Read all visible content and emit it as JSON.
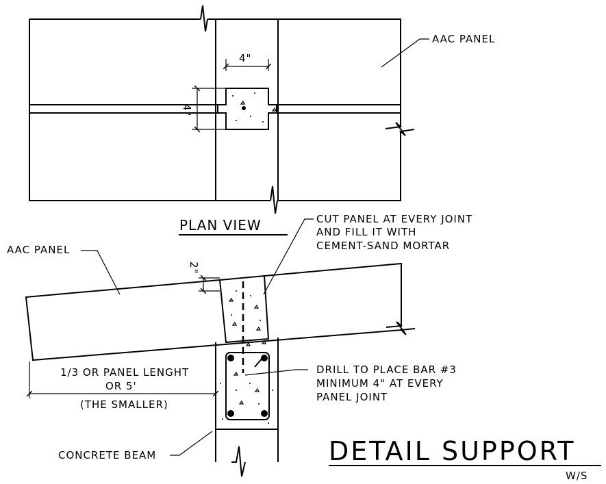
{
  "plan": {
    "panel_label": "AAC PANEL",
    "dim_horizontal": "4\"",
    "dim_vertical": "4\"",
    "title": "PLAN VIEW"
  },
  "detail": {
    "panel_label": "AAC PANEL",
    "dim_offset": "2\"",
    "note_cut": [
      "CUT PANEL AT EVERY JOINT",
      "AND FILL IT WITH",
      "CEMENT-SAND MORTAR"
    ],
    "bearing_note": [
      "1/3 OR PANEL LENGHT",
      "OR 5'",
      "(THE SMALLER)"
    ],
    "drill_note": [
      "DRILL TO PLACE BAR #3",
      "MINIMUM 4\" AT EVERY",
      "PANEL JOINT"
    ],
    "beam_label": "CONCRETE BEAM",
    "title": "DETAIL SUPPORT",
    "scale": "W/S"
  }
}
